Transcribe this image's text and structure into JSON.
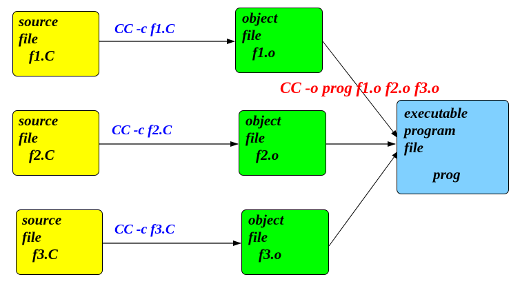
{
  "colors": {
    "source": "#ffff00",
    "object": "#00ff00",
    "executable": "#80d0ff",
    "compile_label": "#0000ff",
    "link_label": "#ff0000"
  },
  "sources": [
    {
      "lines": [
        "source",
        "file",
        "f1.C"
      ]
    },
    {
      "lines": [
        "source",
        "file",
        "f2.C"
      ]
    },
    {
      "lines": [
        "source",
        "file",
        "f3.C"
      ]
    }
  ],
  "objects": [
    {
      "lines": [
        "object",
        "file",
        "f1.o"
      ]
    },
    {
      "lines": [
        "object",
        "file",
        "f2.o"
      ]
    },
    {
      "lines": [
        "object",
        "file",
        "f3.o"
      ]
    }
  ],
  "compile_commands": [
    "CC  -c  f1.C",
    "CC  -c  f2.C",
    "CC  -c  f3.C"
  ],
  "link_command": "CC -o prog  f1.o f2.o f3.o",
  "executable": {
    "lines": [
      "executable",
      "program",
      "file",
      "prog"
    ]
  }
}
